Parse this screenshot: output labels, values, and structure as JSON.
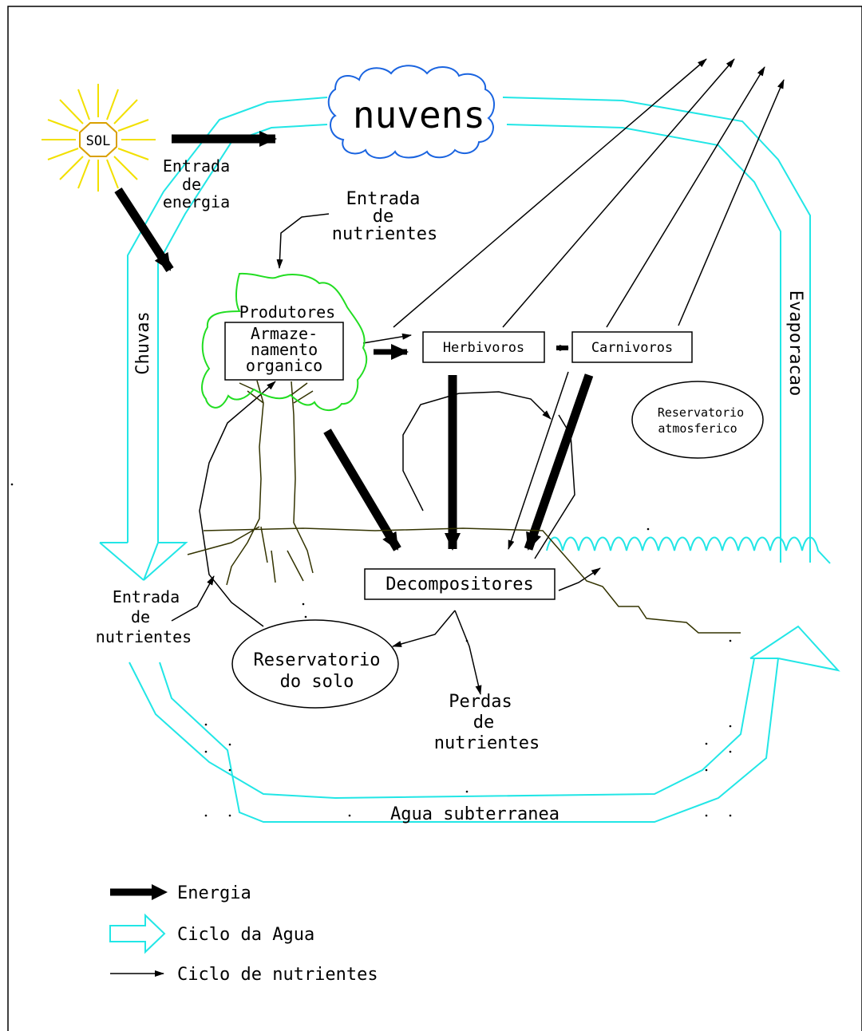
{
  "labels": {
    "sun": "SOL",
    "clouds": "nuvens",
    "energy_input": [
      "Entrada",
      "de",
      "energia"
    ],
    "nutrient_input_top": [
      "Entrada",
      "de",
      "nutrientes"
    ],
    "producers": "Produtores",
    "organic_storage": [
      "Armaze-",
      "namento",
      "organico"
    ],
    "herbivores": "Herbivoros",
    "carnivores": "Carnivoros",
    "atmospheric_reservoir": [
      "Reservatorio",
      "atmosferico"
    ],
    "rain": "Chuvas",
    "evaporation": "Evaporacao",
    "decomposers": "Decompositores",
    "nutrient_input_bottom": [
      "Entrada",
      "de",
      "nutrientes"
    ],
    "soil_reservoir": [
      "Reservatorio",
      "do solo"
    ],
    "nutrient_losses": [
      "Perdas",
      "de",
      "nutrientes"
    ],
    "groundwater": "Agua subterranea"
  },
  "legend": [
    {
      "key": "energy",
      "label": "Energia"
    },
    {
      "key": "water",
      "label": "Ciclo da Agua"
    },
    {
      "key": "nutrients",
      "label": "Ciclo de nutrientes"
    }
  ],
  "colors": {
    "water": "#22e6e6",
    "sun": "#f2e000",
    "sun_core": "#d9a000",
    "cloud": "#1a64e0",
    "tree_crown": "#22dd22",
    "tree_trunk": "#333300",
    "energy": "#000000",
    "nutrient": "#000000"
  }
}
